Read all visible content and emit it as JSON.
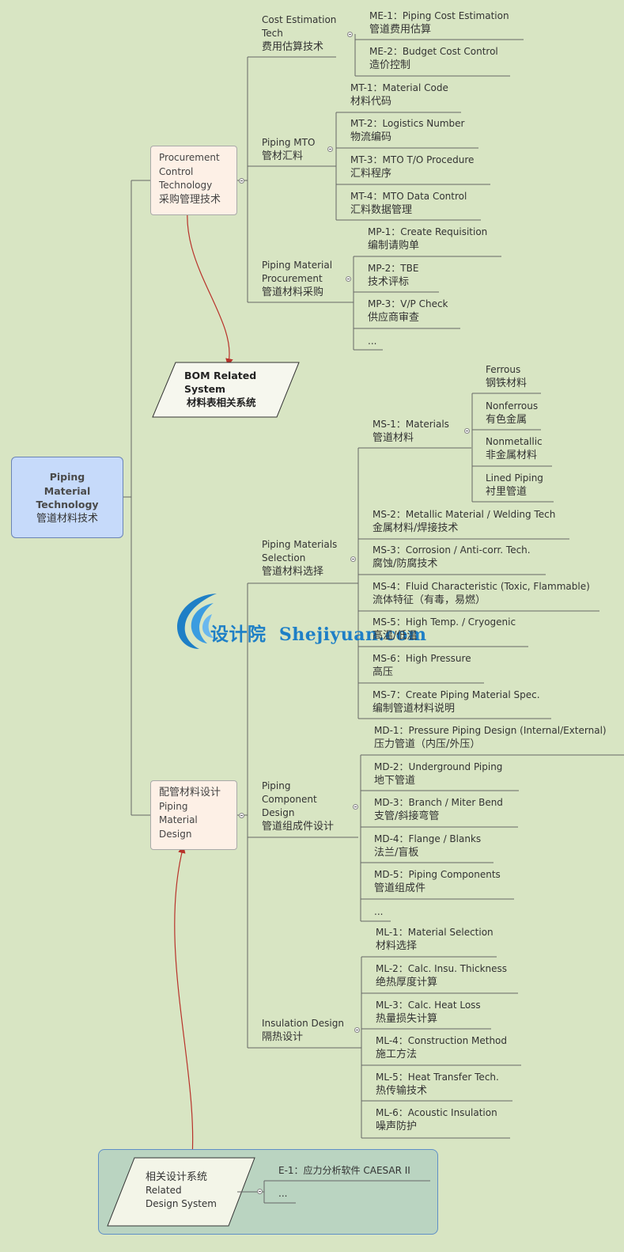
{
  "root": {
    "en": "Piping Material Technology",
    "zh": "管道材料技术"
  },
  "bom": {
    "en": "BOM Related System",
    "zh": "材料表相关系统"
  },
  "procurement": {
    "en1": "Procurement",
    "en2": "Control",
    "en3": "Technology",
    "zh": "采购管理技术"
  },
  "design": {
    "zh": "配管材料设计",
    "en1": "Piping",
    "en2": "Material",
    "en3": "Design"
  },
  "related": {
    "zh": "相关设计系统",
    "en1": "Related",
    "en2": "Design System"
  },
  "cost": {
    "en1": "Cost Estimation",
    "en2": "Tech",
    "zh": "费用估算技术"
  },
  "mto": {
    "en": "Piping MTO",
    "zh": "管材汇料"
  },
  "mp": {
    "en1": "Piping Material",
    "en2": "Procurement",
    "zh": "管道材料采购"
  },
  "sel": {
    "en1": "Piping Materials",
    "en2": "Selection",
    "zh": "管道材料选择"
  },
  "comp": {
    "en1": "Piping",
    "en2": "Component",
    "en3": "Design",
    "zh": "管道组成件设计"
  },
  "ins": {
    "en": "Insulation Design",
    "zh": "隔热设计"
  },
  "me": [
    {
      "en": "ME-1：Piping  Cost Estimation",
      "zh": "管道费用估算"
    },
    {
      "en": "ME-2：Budget Cost Control",
      "zh": "造价控制"
    }
  ],
  "mt": [
    {
      "en": "MT-1：Material Code",
      "zh": "材料代码"
    },
    {
      "en": "MT-2：Logistics Number",
      "zh": "物流编码"
    },
    {
      "en": "MT-3：MTO T/O Procedure",
      "zh": "汇料程序"
    },
    {
      "en": "MT-4：MTO Data Control",
      "zh": "汇料数据管理"
    }
  ],
  "mpi": [
    {
      "en": "MP-1：Create Requisition",
      "zh": "编制请购单"
    },
    {
      "en": "MP-2：TBE",
      "zh": "技术评标"
    },
    {
      "en": "MP-3：V/P Check",
      "zh": "供应商审查"
    },
    {
      "en": "...",
      "zh": ""
    }
  ],
  "ms1": {
    "en": "MS-1：Materials",
    "zh": "管道材料"
  },
  "ms1sub": [
    {
      "en": "Ferrous",
      "zh": "钢铁材料"
    },
    {
      "en": "Nonferrous",
      "zh": "有色金属"
    },
    {
      "en": "Nonmetallic",
      "zh": "非金属材料"
    },
    {
      "en": "Lined Piping",
      "zh": "衬里管道"
    }
  ],
  "ms": [
    {
      "en": "MS-2：Metallic Material / Welding Tech",
      "zh": "金属材料/焊接技术"
    },
    {
      "en": "MS-3：Corrosion / Anti-corr. Tech.",
      "zh": "腐蚀/防腐技术"
    },
    {
      "en": "MS-4：Fluid Characteristic (Toxic, Flammable)",
      "zh": "流体特征（有毒，易燃）"
    },
    {
      "en": "MS-5：High Temp. / Cryogenic",
      "zh": "高温/低温"
    },
    {
      "en": "MS-6：High Pressure",
      "zh": "高压"
    },
    {
      "en": "MS-7：Create Piping Material Spec.",
      "zh": "编制管道材料说明"
    }
  ],
  "md": [
    {
      "en": "MD-1：Pressure Piping Design (Internal/External)",
      "zh": "压力管道（内压/外压）"
    },
    {
      "en": "MD-2：Underground Piping",
      "zh": "地下管道"
    },
    {
      "en": "MD-3：Branch / Miter Bend",
      "zh": "支管/斜接弯管"
    },
    {
      "en": "MD-4：Flange / Blanks",
      "zh": "法兰/盲板"
    },
    {
      "en": "MD-5：Piping Components",
      "zh": "管道组成件"
    },
    {
      "en": "...",
      "zh": ""
    }
  ],
  "ml": [
    {
      "en": "ML-1：Material Selection",
      "zh": "材料选择"
    },
    {
      "en": "ML-2：Calc. Insu. Thickness",
      "zh": "绝热厚度计算"
    },
    {
      "en": "ML-3：Calc. Heat  Loss",
      "zh": "热量损失计算"
    },
    {
      "en": "ML-4：Construction Method",
      "zh": "施工方法"
    },
    {
      "en": "ML-5：Heat Transfer Tech.",
      "zh": "热传输技术"
    },
    {
      "en": "ML-6：Acoustic Insulation",
      "zh": "噪声防护"
    }
  ],
  "e": [
    {
      "en": "E-1：应力分析软件 CAESAR II"
    },
    {
      "en": "..."
    }
  ],
  "watermark": {
    "cn": "设计院",
    "en": "Shejiyuan.com"
  }
}
